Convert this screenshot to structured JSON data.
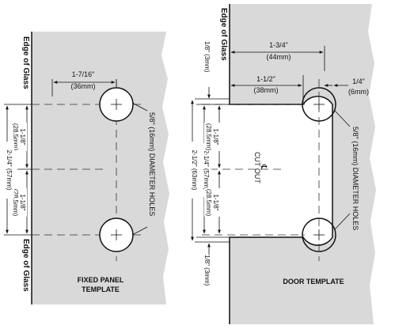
{
  "fixed_panel": {
    "edge_top": "Edge of Glass",
    "edge_bottom": "Edge of Glass",
    "offset_in": "1-7/16\"",
    "offset_mm": "(36mm)",
    "half_in": "1-1/8\"",
    "half_mm": "(28.5mm)",
    "half2_in": "1-1/8\"",
    "half2_mm": "(28.5mm)",
    "total": "2-1/4\" (57mm)",
    "holes": "5/8\" (16mm) DIAMETER HOLES",
    "title_line1": "FIXED PANEL",
    "title_line2": "TEMPLATE"
  },
  "door": {
    "edge": "Edge of Glass",
    "top_gap": "1/8\" (3mm)",
    "bottom_gap": "1/8\" (3mm)",
    "w1_in": "1-3/4\"",
    "w1_mm": "(44mm)",
    "w2_in": "1-1/2\"",
    "w2_mm": "(38mm)",
    "w3_in": "1/4\"",
    "w3_mm": "(6mm)",
    "half_in": "1-1/8\"",
    "half_mm": "(28.5mm)",
    "half2_in": "1-1/8\"",
    "half2_mm": "(28.5mm)",
    "mid": "2-1/4\" (57mm)",
    "total": "2-1/2\" (63mm)",
    "cutout": "CUT OUT",
    "centerline": "℄",
    "holes": "5/8\" (16mm) DIAMETER HOLES",
    "title": "DOOR TEMPLATE"
  }
}
